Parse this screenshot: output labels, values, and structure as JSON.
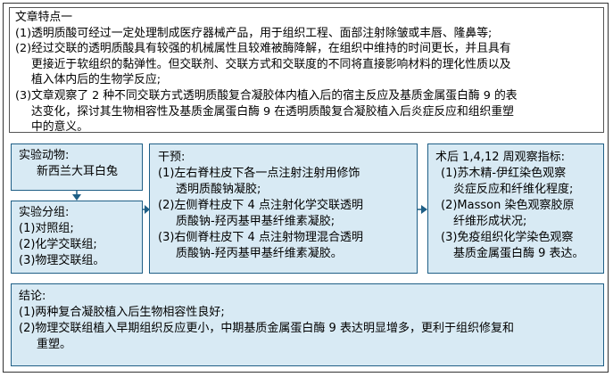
{
  "features": {
    "title": "文章特点一",
    "lines": [
      "(1)透明质酸可经过一定处理制成医疗器械产品，用于组织工程、面部注射除皱或丰唇、隆鼻等;",
      "(2)经过交联的透明质酸具有较强的机械属性且较难被酶降解，在组织中维持的时间更长，并且具有",
      "更接近于软组织的黏弹性。但交联剂、交联方式和交联度的不同将直接影响材料的理化性质以及",
      "植入体内后的生物学反应;",
      "(3)文章观察了 2 种不同交联方式透明质酸复合凝胶体内植入后的宿主反应及基质金属蛋白酶 9 的表",
      "达变化，探讨其生物相容性及基质金属蛋白酶 9 在透明质酸复合凝胶植入后炎症反应和组织重塑",
      "中的意义。"
    ]
  },
  "animals": {
    "title": "实验动物:",
    "content": "新西兰大耳白兔"
  },
  "groups": {
    "title": "实验分组:",
    "items": [
      "(1)对照组;",
      "(2)化学交联组;",
      "(3)物理交联组。"
    ]
  },
  "intervention": {
    "title": "干预:",
    "lines": [
      "(1)左右脊柱皮下各一点注射注射用修饰",
      "透明质酸钠凝胶;",
      "(2)左侧脊柱皮下 4 点注射化学交联透明",
      "质酸钠-羟丙基甲基纤维素凝胶;",
      "(3)右侧脊柱皮下 4 点注射物理混合透明",
      "质酸钠-羟丙基甲基纤维素凝胶。"
    ]
  },
  "observation": {
    "title": "术后 1,4,12 周观察指标:",
    "lines": [
      "(1)苏木精-伊红染色观察",
      "炎症反应和纤维化程度;",
      "(2)Masson 染色观察胶原",
      "纤维形成状况;",
      "(3)免疫组织化学染色观察",
      "基质金属蛋白酶 9 表达。"
    ]
  },
  "conclusion": {
    "title": "结论:",
    "lines": [
      "(1)两种复合凝胶植入后生物相容性良好;",
      "(2)物理交联组植入早期组织反应更小，中期基质金属蛋白酶 9 表达明显增多，更利于组织修复和",
      "重塑。"
    ]
  },
  "colors": {
    "box_fill": "#d8eaf4",
    "box_border": "#1f5f86",
    "arrow": "#1f5f86"
  }
}
